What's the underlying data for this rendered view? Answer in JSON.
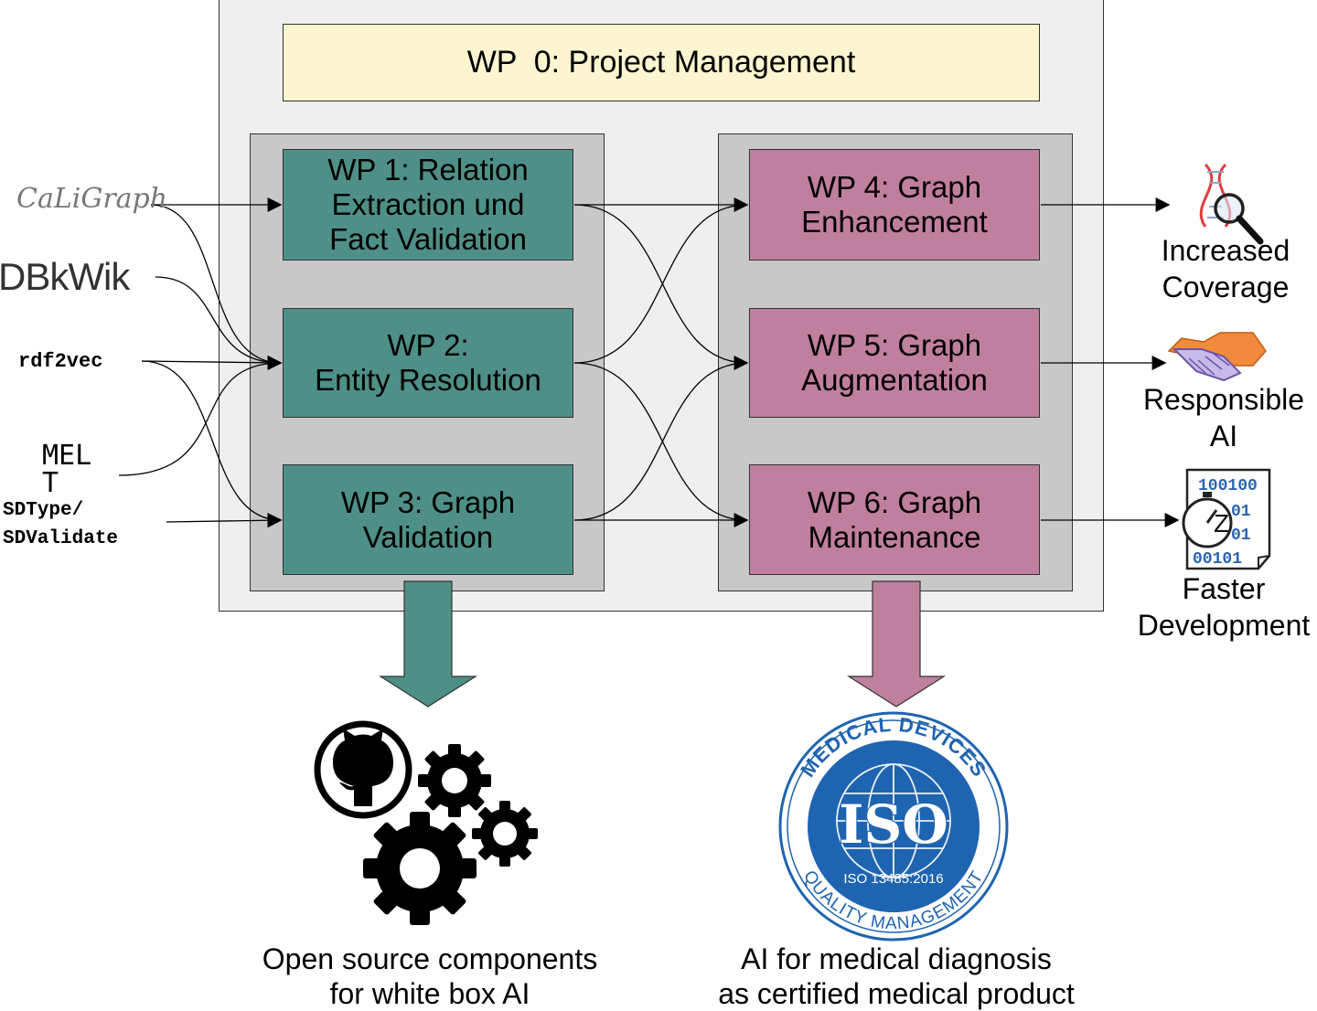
{
  "wp0": {
    "label": "WP  0: Project Management"
  },
  "work_packages": {
    "wp1": "WP 1: Relation\nExtraction und\nFact Validation",
    "wp2": "WP 2:\nEntity Resolution",
    "wp3": "WP 3: Graph\nValidation",
    "wp4": "WP 4: Graph\nEnhancement",
    "wp5": "WP 5: Graph\nAugmentation",
    "wp6": "WP 6: Graph\nMaintenance"
  },
  "sources": {
    "caligraph": "CaLiGraph",
    "dbkwik": "DBkWik",
    "rdf2vec": "rdf2vec",
    "melt": "MEL\nT",
    "sdtype": "SDType/\nSDValidate"
  },
  "outcomes": {
    "coverage": "Increased\nCoverage",
    "responsible": "Responsible\nAI",
    "faster": "Faster\nDevelopment"
  },
  "results": {
    "open_source": "Open source components\nfor white box AI",
    "medical": "AI for medical diagnosis\nas certified medical product"
  },
  "iso_logo": {
    "top_text": "MEDICAL DEVICES",
    "main_text": "ISO",
    "sub_text": "ISO 13485:2016",
    "bottom_text": "QUALITY MANAGEMENT"
  },
  "data_icon_text": [
    "100100",
    "01",
    "01",
    "00101"
  ],
  "colors": {
    "teal": "#4e9087",
    "mauve": "#c17f9f",
    "wp0_fill": "#fdf5cf",
    "iso_blue": "#1f64b0"
  }
}
